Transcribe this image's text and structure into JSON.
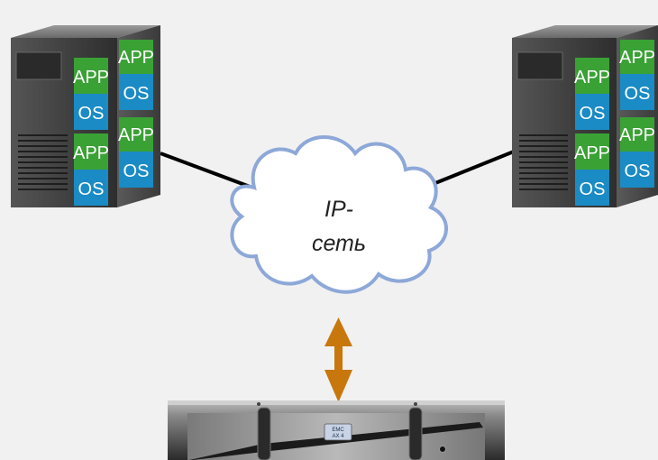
{
  "servers": [
    {
      "id": "left",
      "vms": [
        {
          "app": "APP",
          "os": "OS"
        },
        {
          "app": "APP",
          "os": "OS"
        },
        {
          "app": "APP",
          "os": "OS"
        },
        {
          "app": "APP",
          "os": "OS"
        }
      ]
    },
    {
      "id": "right",
      "vms": [
        {
          "app": "APP",
          "os": "OS"
        },
        {
          "app": "APP",
          "os": "OS"
        },
        {
          "app": "APP",
          "os": "OS"
        },
        {
          "app": "APP",
          "os": "OS"
        }
      ]
    }
  ],
  "network": {
    "label_line1": "IP-",
    "label_line2": "сеть"
  },
  "storage": {
    "badge_line1": "EMC",
    "badge_line2": "AX 4"
  },
  "colors": {
    "background": "#f1f1f1",
    "app_tile": "#3aa135",
    "os_tile": "#1a8bc4",
    "cloud_fill": "#ffffff",
    "cloud_stroke": "#8da8d8",
    "arrow": "#c8770d",
    "link_line": "#000000",
    "server_body": "#333333"
  }
}
